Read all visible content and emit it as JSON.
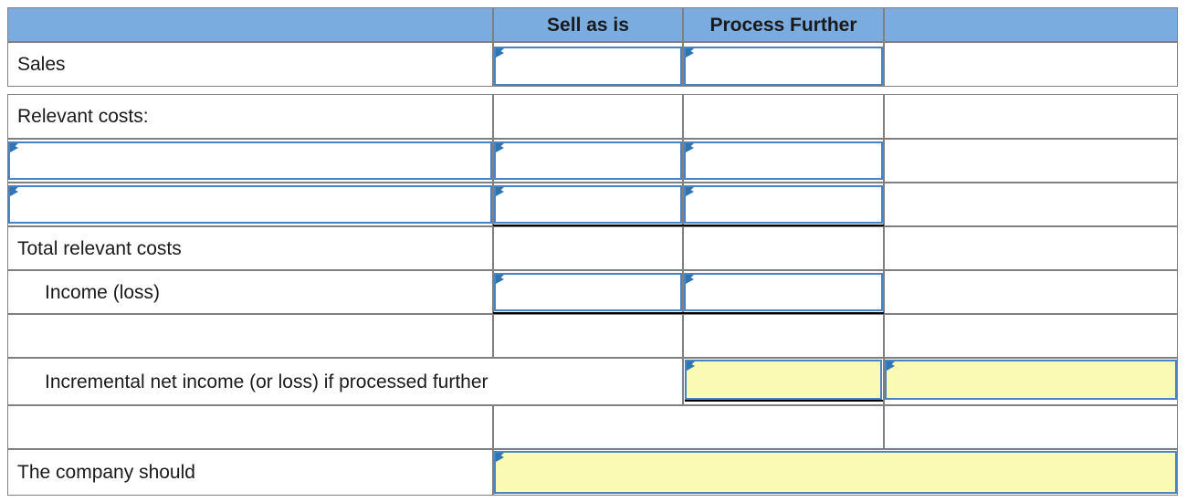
{
  "worksheet": {
    "title": "Sell as is or Process Further analysis worksheet",
    "colors": {
      "header_fill": "#7BACE0",
      "input_fill": "#FFFFFF",
      "answer_fill": "#FAFAB4",
      "input_border": "#4A83C4",
      "grid_line": "#808080",
      "rule": "#000000",
      "text": "#1A1A1A"
    }
  },
  "columns": {
    "blank_corner": "",
    "sell_as_is": "Sell as is",
    "process_further": "Process Further",
    "spare": ""
  },
  "rows": [
    {
      "label": "Sales",
      "indent": false,
      "type": "entry"
    },
    {
      "label": "Relevant costs:",
      "indent": false,
      "type": "text"
    },
    {
      "label": "",
      "indent": false,
      "type": "entry-with-label-entry"
    },
    {
      "label": "",
      "indent": false,
      "type": "entry-with-label-entry"
    },
    {
      "label": "Total relevant costs",
      "indent": false,
      "type": "text"
    },
    {
      "label": "Income (loss)",
      "indent": true,
      "type": "entry"
    },
    {
      "label": "",
      "indent": false,
      "type": "spacer"
    },
    {
      "label": "Incremental net income (or loss) if processed further",
      "indent": true,
      "type": "answer-wide"
    },
    {
      "label": "",
      "indent": false,
      "type": "spacer"
    },
    {
      "label": "The company should",
      "indent": false,
      "type": "answer-full"
    }
  ],
  "values": {
    "sales_sell_as_is": "",
    "sales_process_further": "",
    "cost_line_1_label": "",
    "cost_line_1_sell_as_is": "",
    "cost_line_1_process_further": "",
    "cost_line_2_label": "",
    "cost_line_2_sell_as_is": "",
    "cost_line_2_process_further": "",
    "total_relevant_costs_sell_as_is": "",
    "total_relevant_costs_process_further": "",
    "income_loss_sell_as_is": "",
    "income_loss_process_further": "",
    "incremental_net_income": "",
    "incremental_net_income_spare": "",
    "the_company_should": ""
  },
  "icons": {
    "entry_marker": "entry-flag-icon"
  }
}
